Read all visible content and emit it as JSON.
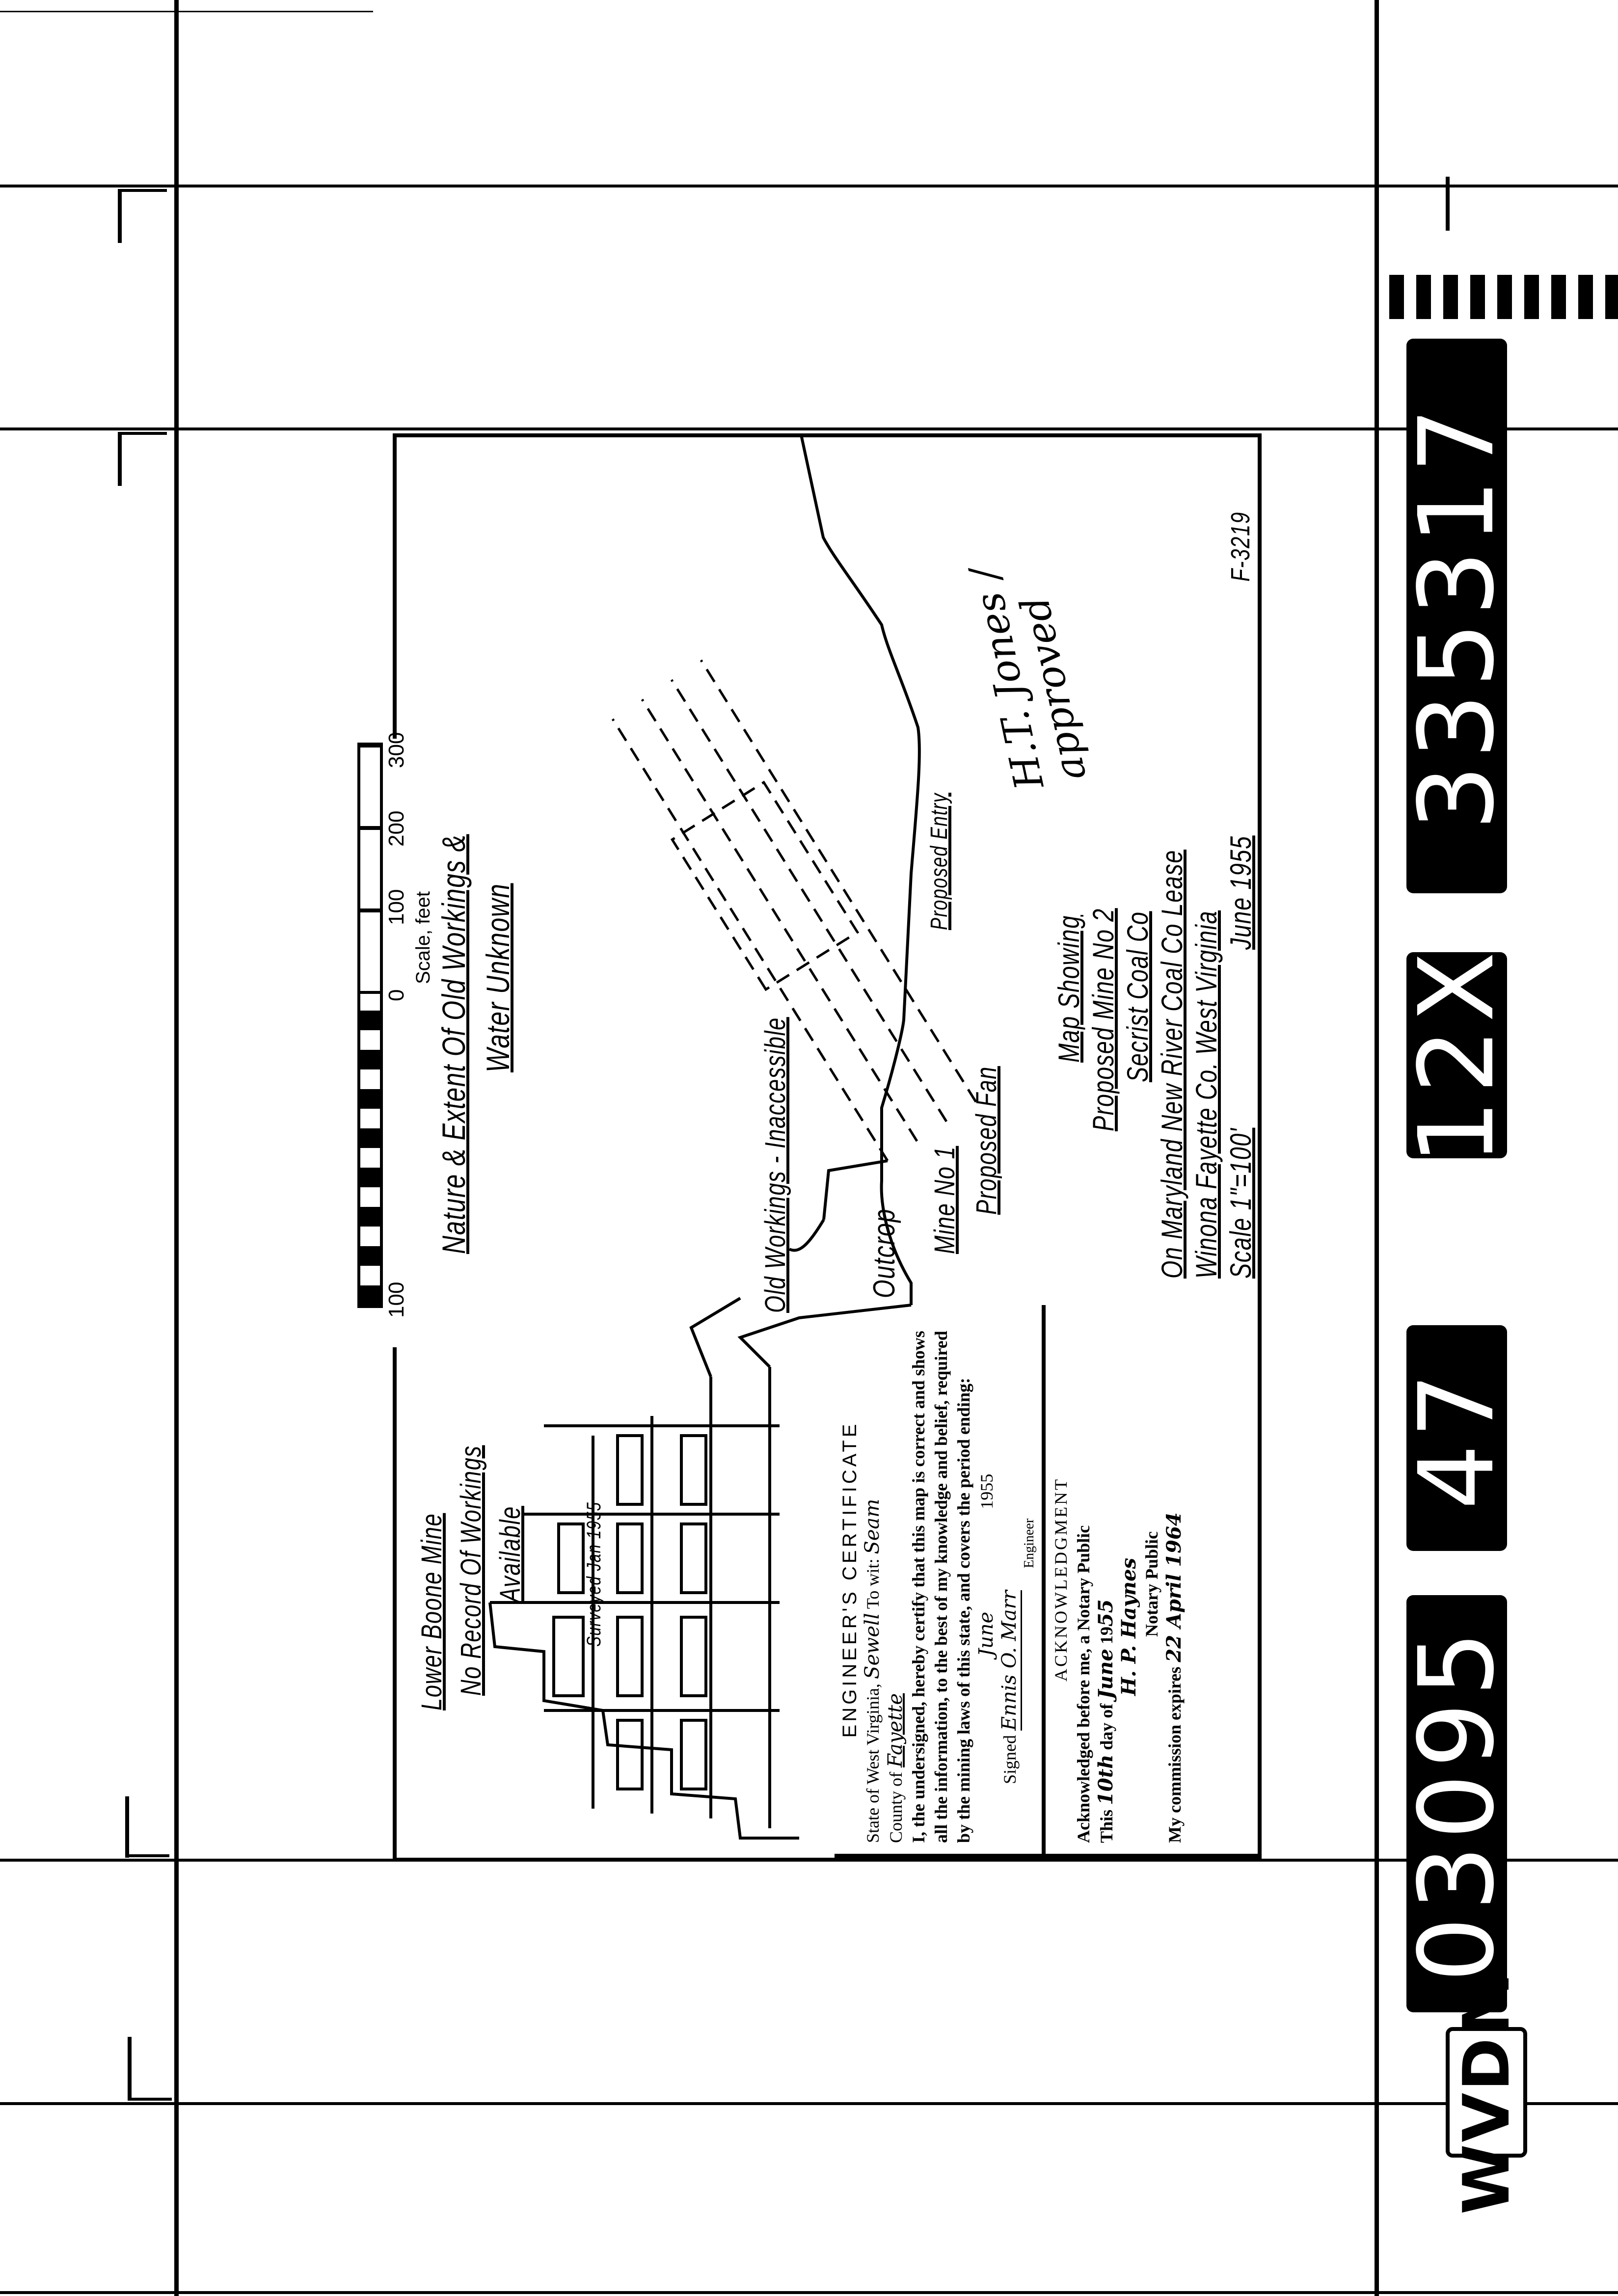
{
  "map": {
    "labels": {
      "lower_boone_1": "Lower Boone Mine",
      "lower_boone_2": "No Record Of Workings",
      "lower_boone_3": "Available",
      "surveyed": "Surveyed Jan 1955",
      "nature_1": "Nature & Extent Of Old Workings &",
      "nature_2": "Water Unknown",
      "old_workings": "Old Workings - Inaccessible",
      "outcrop": "Outcrop",
      "mine_no1": "Mine No 1",
      "proposed_fan": "Proposed Fan",
      "proposed_entry": "Proposed Entry",
      "drawing_no": "F-3219"
    },
    "title_block": [
      "Map Showing",
      "Proposed Mine No 2",
      "Secrist Coal Co",
      "On Maryland New River Coal Co Lease",
      "Winona Fayette Co. West Virginia",
      "Scale 1\"=100'",
      "June 1955"
    ],
    "scale_bar": {
      "ticks": [
        "100",
        "0",
        "100",
        "200",
        "300"
      ],
      "label": "Scale, feet"
    },
    "signatures": "H.T. Jones / approved"
  },
  "certificate": {
    "heading": "ENGINEER'S CERTIFICATE",
    "state_prefix": "State of West Virginia,",
    "state_hand": "Sewell",
    "to_wit": "To wit:",
    "seam_hand": "Seam",
    "county_prefix": "County of",
    "county_hand": "Fayette",
    "body": "I, the undersigned, hereby certify that this map is correct and shows all the information, to the best of my knowledge and belief, required by the mining laws of this state, and covers the period ending:",
    "period_hand": "June",
    "period_year": "1955",
    "signed_label": "Signed",
    "signed_hand": "Ennis O. Marr",
    "engineer_label": "Engineer",
    "ack_heading": "ACKNOWLEDGMENT",
    "ack_line": "Acknowledged before me, a Notary Public",
    "this_label": "This",
    "day_hand": "10th",
    "day_of_label": "day of",
    "month_hand": "June",
    "year_prefix": "19",
    "year_hand": "55",
    "notary_sig": "H. P. Haynes",
    "notary_label": "Notary Public",
    "commission_label": "My commission expires",
    "commission_hand": "22 April 1964"
  },
  "film_strip": {
    "collection": "WVDM",
    "ids": [
      "03095",
      "47",
      "12X",
      "335317"
    ]
  }
}
